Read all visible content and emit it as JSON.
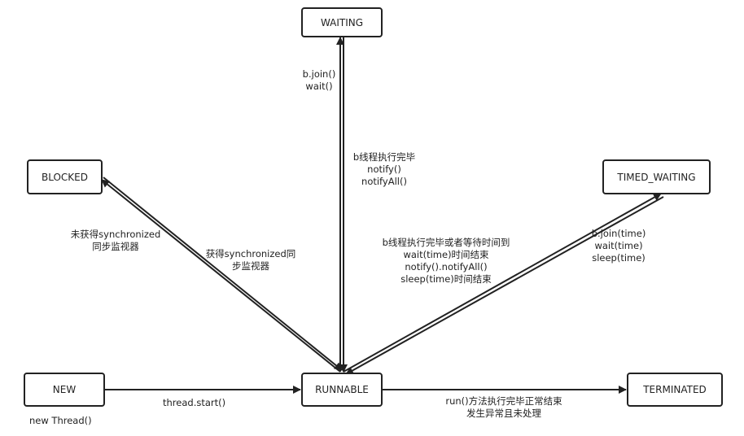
{
  "states": {
    "waiting": "WAITING",
    "blocked": "BLOCKED",
    "timed_waiting": "TIMED_WAITING",
    "new": "NEW",
    "runnable": "RUNNABLE",
    "terminated": "TERMINATED"
  },
  "labels": {
    "new_caption": "new Thread()",
    "thread_start": "thread.start()",
    "to_waiting": [
      "b.join()",
      "wait()"
    ],
    "from_waiting": [
      "b线程执行完毕",
      "notify()",
      "notifyAll()"
    ],
    "to_blocked": [
      "未获得synchronized",
      "同步监视器"
    ],
    "from_blocked": [
      "获得synchronized同",
      "步监视器"
    ],
    "from_timed_waiting": [
      "b线程执行完毕或者等待时间到",
      "wait(time)时间结束",
      "notify().notifyAll()",
      "sleep(time)时间结束"
    ],
    "to_timed_waiting": [
      "b.join(time)",
      "wait(time)",
      "sleep(time)"
    ],
    "to_terminated": [
      "run()方法执行完毕正常结束",
      "发生异常且未处理"
    ]
  },
  "colors": {
    "stroke": "#222222",
    "background": "#ffffff"
  }
}
